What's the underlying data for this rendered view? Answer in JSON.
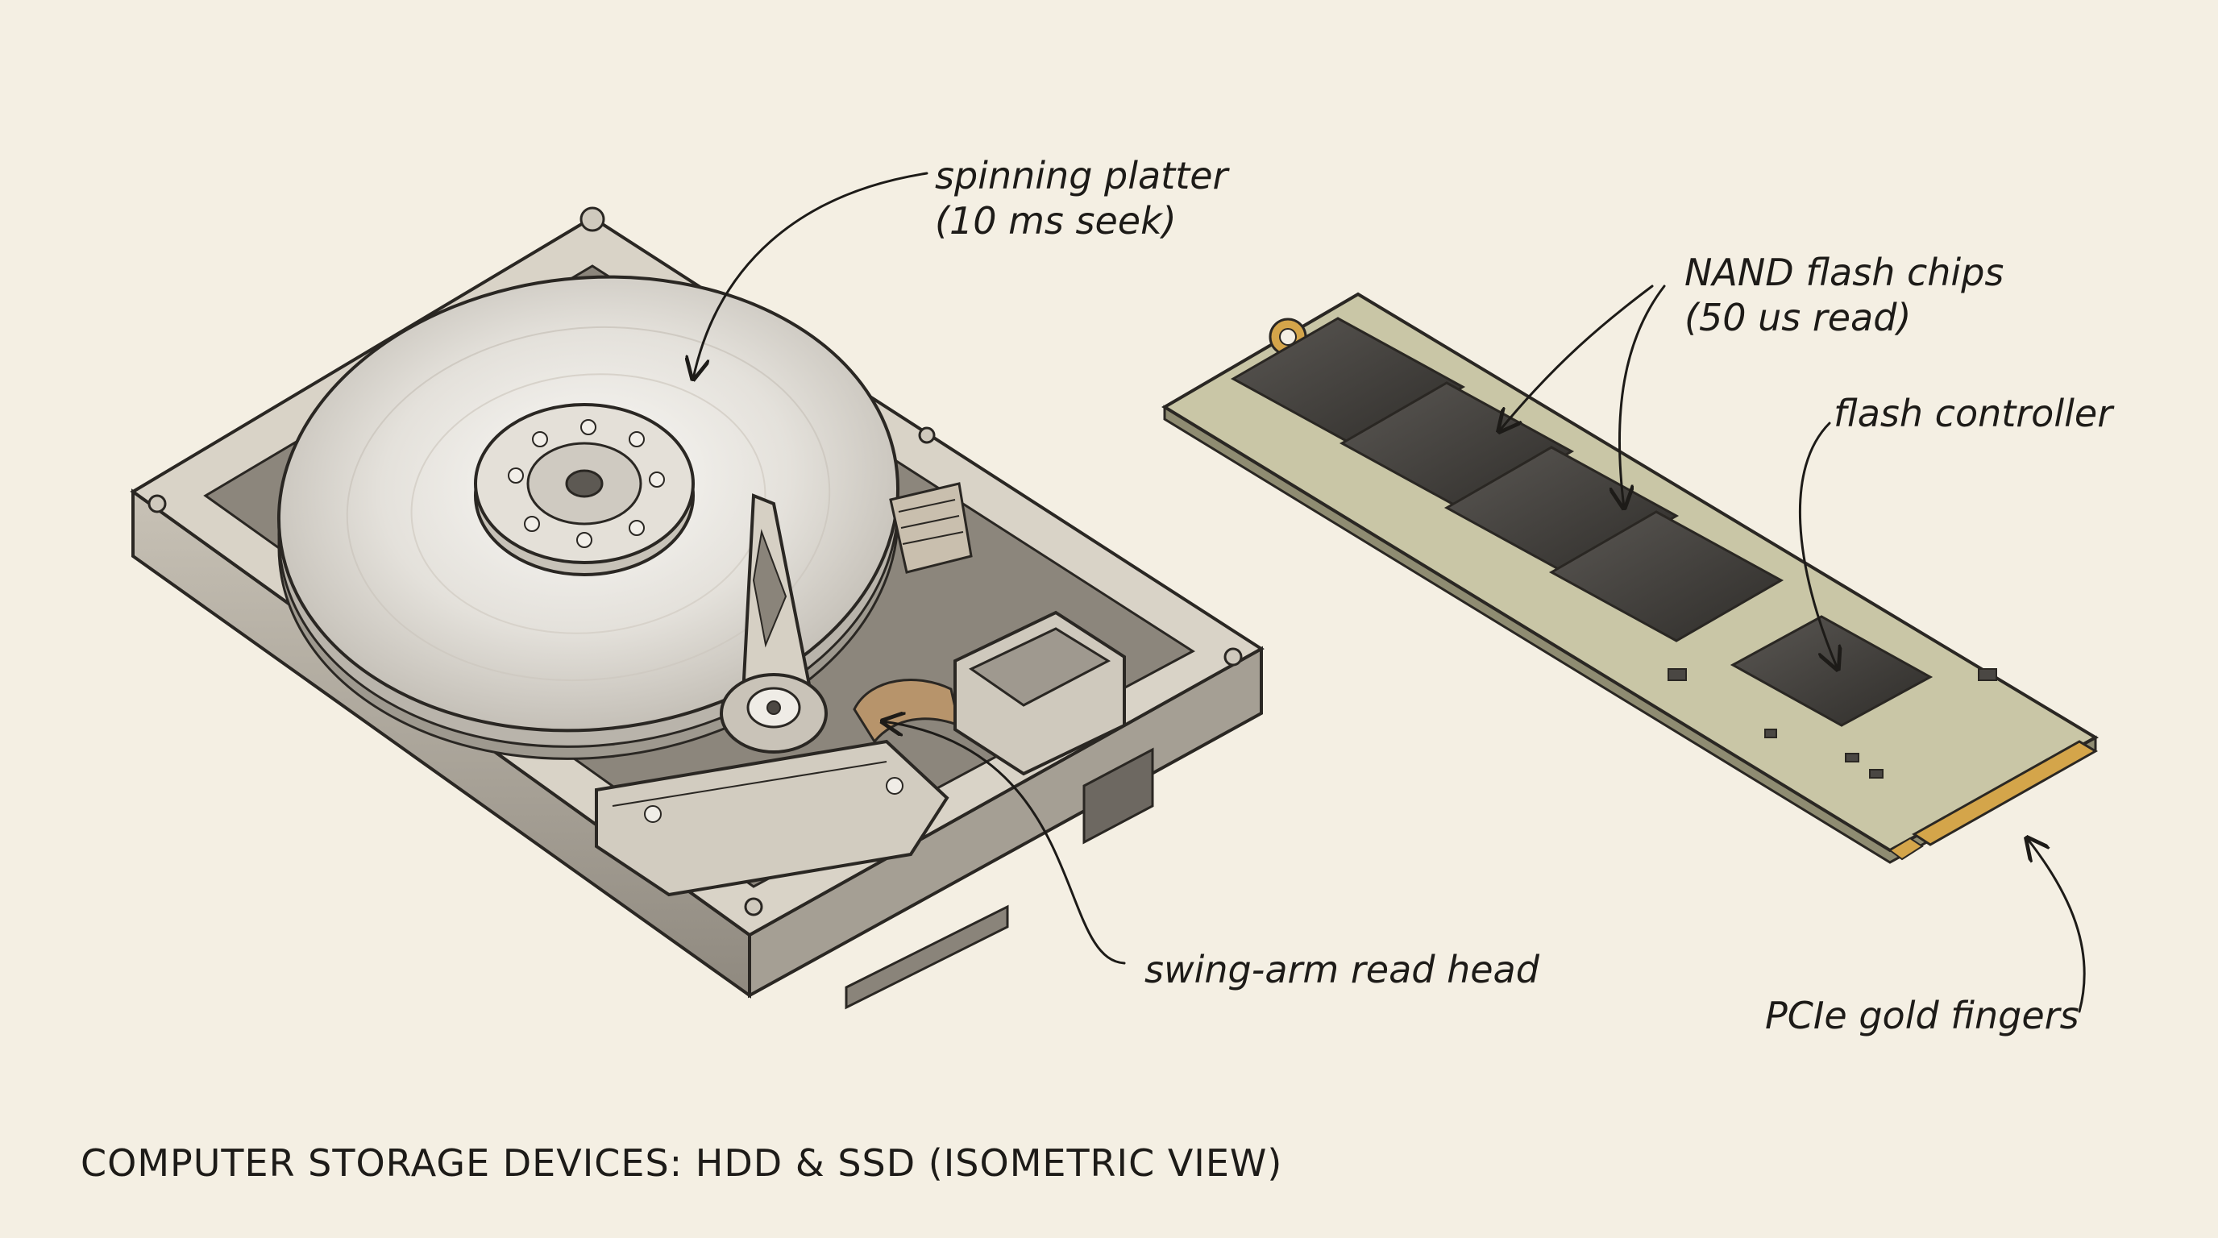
{
  "annotations": {
    "platter": {
      "line1": "spinning platter",
      "line2": "(10 ms seek)"
    },
    "nand": {
      "line1": "NAND flash chips",
      "line2": "(50 us read)"
    },
    "controller": {
      "text": "flash controller"
    },
    "read_head": {
      "text": "swing-arm read head"
    },
    "gold_fingers": {
      "text": "PCIe gold fingers"
    }
  },
  "caption": "COMPUTER STORAGE DEVICES: HDD & SSD (ISOMETRIC VIEW)",
  "colors": {
    "background": "#f4efe3",
    "ink": "#1d1b18",
    "metal": "#b9b3a8",
    "platter": "#e7e4de",
    "pcb": "#c9c6a6",
    "chip": "#3f3d3a",
    "gold": "#d4a54a"
  },
  "icons": [
    "hdd-illustration",
    "ssd-illustration"
  ]
}
